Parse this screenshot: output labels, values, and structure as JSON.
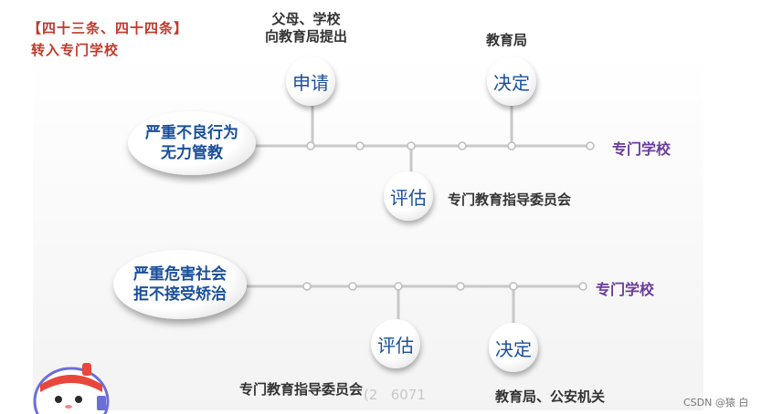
{
  "article_ref": "【四十三条、四十四条】",
  "article_sub": "转入专门学校",
  "flow1": {
    "condition_line1": "严重不良行为",
    "condition_line2": "无力管教",
    "applicant_line1": "父母、学校",
    "applicant_line2": "向教育局提出",
    "step_apply": "申请",
    "decider": "教育局",
    "step_decide": "决定",
    "step_assess": "评估",
    "assessor": "专门教育指导委员会",
    "destination": "专门学校"
  },
  "flow2": {
    "condition_line1": "严重危害社会",
    "condition_line2": "拒不接受矫治",
    "step_assess": "评估",
    "assessor": "专门教育指导委员会",
    "step_decide": "决定",
    "decider": "教育局、公安机关",
    "destination": "专门学校"
  },
  "watermark_fragment": "6071",
  "watermark_prefix": "(2",
  "csdn_credit": "CSDN @猿 白",
  "colors": {
    "article_red": "#c0392b",
    "node_blue": "#1a4f9c",
    "destination_purple": "#6a3b9c",
    "line_grey": "#c8c8c8"
  }
}
